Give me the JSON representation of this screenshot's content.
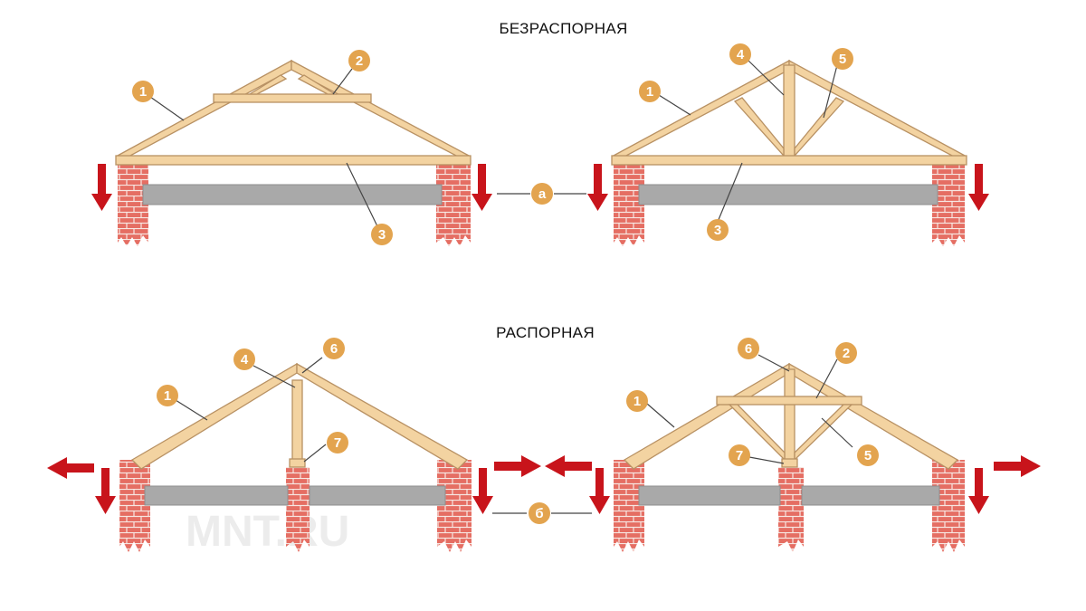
{
  "headings": {
    "top": "БЕЗРАСПОРНАЯ",
    "middle": "РАСПОРНАЯ"
  },
  "watermark": "MNT.RU",
  "colors": {
    "timber": "#f3d3a1",
    "brick": "#e56e63",
    "slab": "#a9a9a9",
    "arrow": "#c8141b",
    "badge": "#e3a44f"
  },
  "badges": {
    "b1_tl": "1",
    "b2_tl": "2",
    "b3_tl": "3",
    "a": "а",
    "b1_tr": "1",
    "b3_tr": "3",
    "b4_tr": "4",
    "b5_tr": "5",
    "b1_bl": "1",
    "b4_bl": "4",
    "b6_bl": "6",
    "b7_bl": "7",
    "b": "б",
    "b1_br": "1",
    "b2_br": "2",
    "b5_br": "5",
    "b6_br": "6",
    "b7_br": "7"
  }
}
